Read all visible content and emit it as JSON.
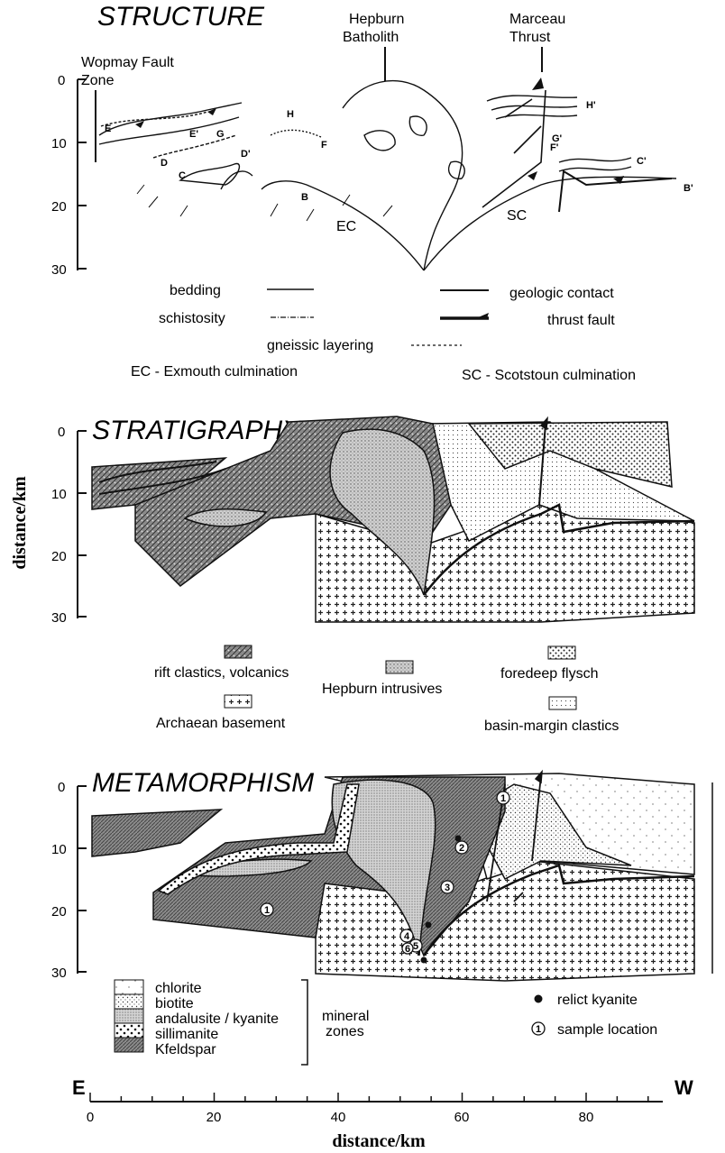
{
  "structure": {
    "title": "STRUCTURE",
    "y_ticks": [
      "0",
      "10",
      "20",
      "30"
    ],
    "labels": {
      "wopmay": [
        "Wopmay Fault",
        "Zone"
      ],
      "hepburn": [
        "Hepburn",
        "Batholith"
      ],
      "marceau": [
        "Marceau",
        "Thrust"
      ],
      "ec": "EC",
      "sc": "SC"
    },
    "section_letters": [
      "E",
      "E'",
      "G",
      "G'",
      "D",
      "D'",
      "C",
      "C'",
      "H",
      "H'",
      "F",
      "F'",
      "B",
      "B'"
    ],
    "legend": {
      "bedding": "bedding",
      "schistosity": "schistosity",
      "gneissic": "gneissic layering",
      "contact": "geologic contact",
      "thrust": "thrust fault",
      "ec_def": "EC - Exmouth culmination",
      "sc_def": "SC - Scotstoun culmination"
    }
  },
  "stratigraphy": {
    "title": "STRATIGRAPHY",
    "y_ticks": [
      "0",
      "10",
      "20",
      "30"
    ],
    "y_label": "distance/km",
    "legend": {
      "rift": "rift clastics, volcanics",
      "foredeep": "foredeep flysch",
      "hepburn": "Hepburn intrusives",
      "archaean": "Archaean basement",
      "basin": "basin-margin clastics"
    }
  },
  "metamorphism": {
    "title": "METAMORPHISM",
    "y_ticks": [
      "0",
      "10",
      "20",
      "30"
    ],
    "zones": [
      "chlorite",
      "biotite",
      "andalusite / kyanite",
      "sillimanite",
      "Kfeldspar"
    ],
    "zones_label": [
      "mineral",
      "zones"
    ],
    "relict": "relict kyanite",
    "sample": "sample location",
    "sample_numbers": [
      "1",
      "2",
      "3",
      "4",
      "5",
      "6",
      "1"
    ]
  },
  "x_axis": {
    "left": "E",
    "right": "W",
    "ticks": [
      "0",
      "20",
      "40",
      "60",
      "80"
    ],
    "label": "distance/km"
  },
  "colors": {
    "ink": "#111111",
    "paper": "#ffffff"
  }
}
